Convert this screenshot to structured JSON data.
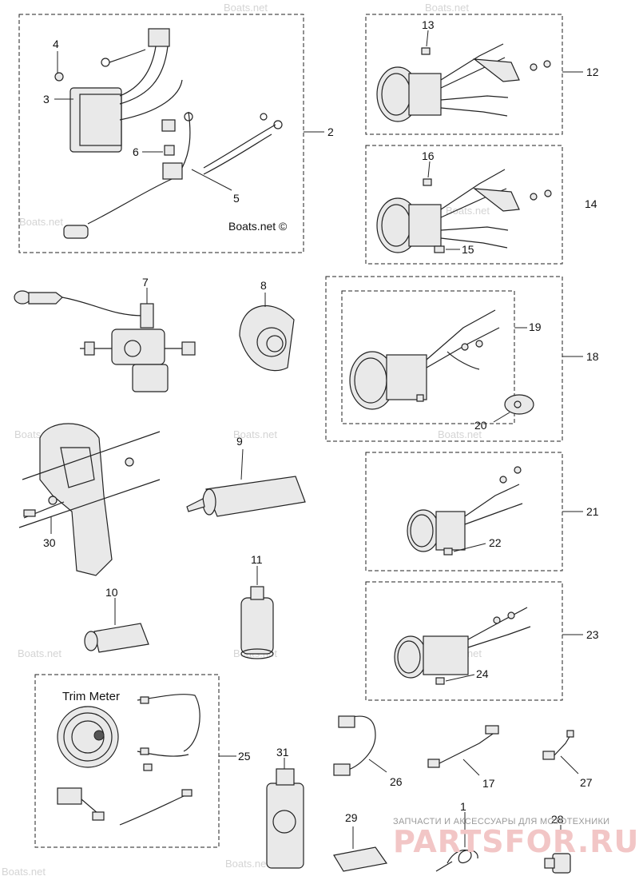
{
  "labels": {
    "l1": "1",
    "l2": "2",
    "l3": "3",
    "l4": "4",
    "l5": "5",
    "l6": "6",
    "l7": "7",
    "l8": "8",
    "l9": "9",
    "l10": "10",
    "l11": "11",
    "l12": "12",
    "l13": "13",
    "l14": "14",
    "l15": "15",
    "l16": "16",
    "l17": "17",
    "l18": "18",
    "l19": "19",
    "l20": "20",
    "l21": "21",
    "l22": "22",
    "l23": "23",
    "l24": "24",
    "l25": "25",
    "l26": "26",
    "l27": "27",
    "l28": "28",
    "l29": "29",
    "l30": "30",
    "l31": "31"
  },
  "trim_meter_caption": "Trim Meter",
  "watermark": "Boats.net",
  "watermark_main": "Boats.net ©",
  "brand": {
    "tagline": "ЗАПЧАСТИ И АКСЕССУАРЫ ДЛЯ МОТОТЕХНИКИ",
    "logo": "PARTSFOR.RU"
  }
}
